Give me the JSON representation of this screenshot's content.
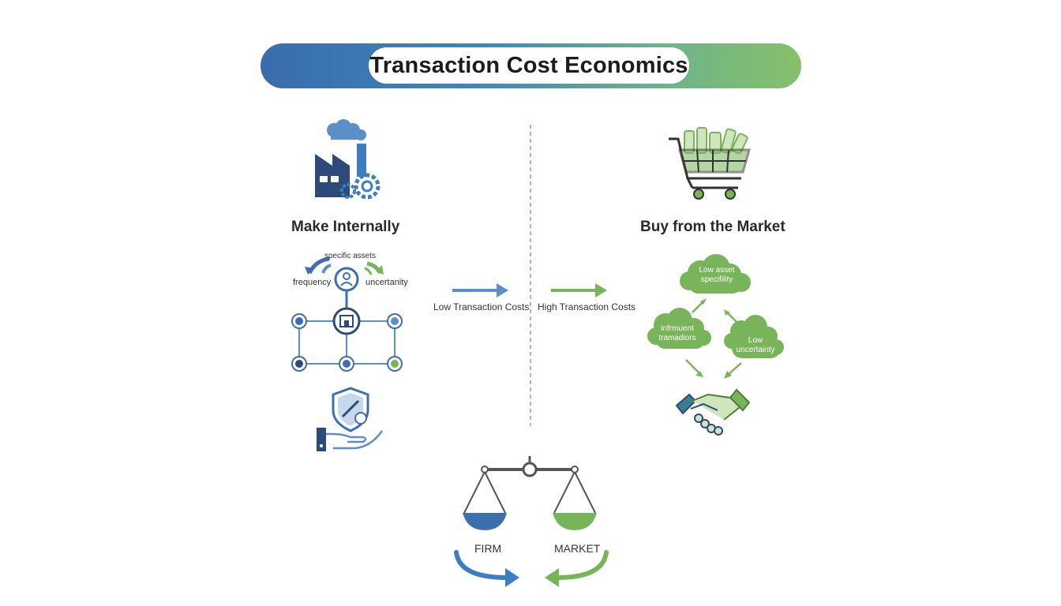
{
  "title": "Transaction Cost Economics",
  "left": {
    "heading": "Make Internally",
    "network_labels": {
      "specific_assets": "specific assets",
      "frequency": "frequency",
      "uncertainty": "uncertanity"
    }
  },
  "right": {
    "heading": "Buy from the Market",
    "clouds": {
      "top": "Low asset\nspecifility",
      "left": "infrmuent\ntramadiors",
      "right": "Low\nuncertainty"
    }
  },
  "center": {
    "low_costs": "Low Transaction Costs",
    "high_costs": "High Transaction Costs"
  },
  "balance": {
    "left_label": "FIRM",
    "right_label": "MARKET"
  },
  "colors": {
    "blue": "#3d6fae",
    "light_blue": "#5b8fc9",
    "green": "#78b45a",
    "dark": "#2c4a7a"
  },
  "icons": [
    "factory-icon",
    "shopping-cart-icon",
    "shield-hand-icon",
    "handshake-icon",
    "balance-scale-icon"
  ]
}
